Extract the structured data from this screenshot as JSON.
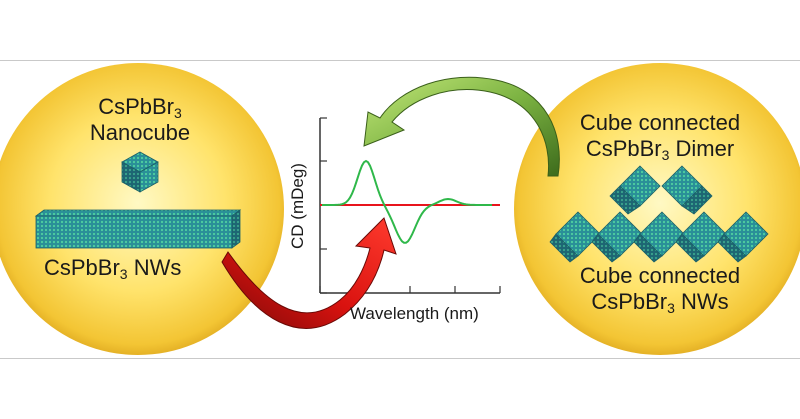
{
  "left_panel": {
    "nanocube_formula": "CsPbBr",
    "nanocube_subscript": "3",
    "nanocube_word": "Nanocube",
    "nw_formula": "CsPbBr",
    "nw_subscript": "3",
    "nw_word": " NWs"
  },
  "right_panel": {
    "dimer_line1": "Cube connected",
    "dimer_formula": "CsPbBr",
    "dimer_subscript": "3",
    "dimer_word": " Dimer",
    "nws_line1": "Cube connected",
    "nws_formula": "CsPbBr",
    "nws_subscript": "3",
    "nws_word": " NWs"
  },
  "chart_data": {
    "type": "line",
    "xlabel": "Wavelength (nm)",
    "ylabel": "CD (mDeg)",
    "grid": false,
    "series": [
      {
        "color": "#2fb84a",
        "shape": "bisignate CD curve, positive peak then negative trough"
      },
      {
        "color": "#e8141c",
        "shape": "flat zero baseline"
      }
    ]
  },
  "colors": {
    "glow_center": "#fff4a8",
    "glow_edge": "#e8b21f",
    "cube_face_light": "#3fb3a2",
    "cube_face_dark": "#1f6f79",
    "arrow_red": "#d9120f",
    "arrow_green": "#9acd32"
  }
}
